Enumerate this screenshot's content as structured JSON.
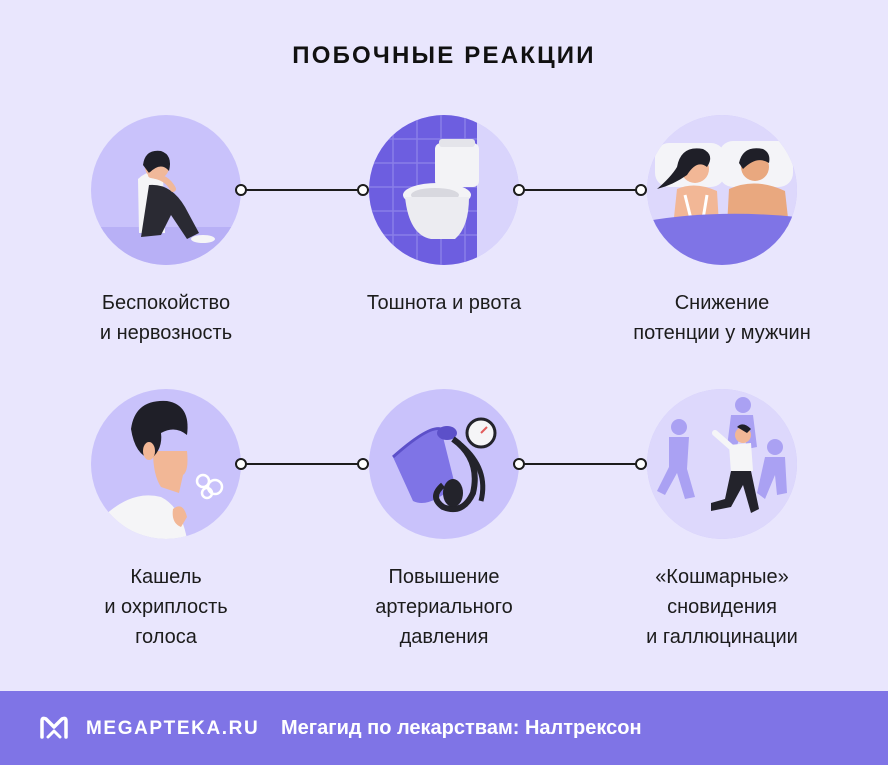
{
  "title": "ПОБОЧНЫЕ РЕАКЦИИ",
  "items": [
    {
      "line1": "Беспокойство",
      "line2": "и нервозность",
      "line3": "",
      "icon": "anxious-person-icon"
    },
    {
      "line1": "Тошнота и рвота",
      "line2": "",
      "line3": "",
      "icon": "toilet-icon"
    },
    {
      "line1": "Снижение",
      "line2": "потенции у мужчин",
      "line3": "",
      "icon": "couple-in-bed-icon"
    },
    {
      "line1": "Кашель",
      "line2": "и охриплость",
      "line3": "голоса",
      "icon": "coughing-man-icon"
    },
    {
      "line1": "Повышение",
      "line2": "артериального",
      "line3": "давления",
      "icon": "blood-pressure-monitor-icon"
    },
    {
      "line1": "«Кошмарные»",
      "line2": "сновидения",
      "line3": "и галлюцинации",
      "icon": "running-man-shadows-icon"
    }
  ],
  "footer": {
    "brand": "MEGAPTEKA.RU",
    "tagline": "Мегагид по лекарствам: Налтрексон"
  },
  "colors": {
    "background": "#e9e6fd",
    "circle": "#c9c2fb",
    "accent": "#7f74e6",
    "footer": "#7f74e6"
  }
}
